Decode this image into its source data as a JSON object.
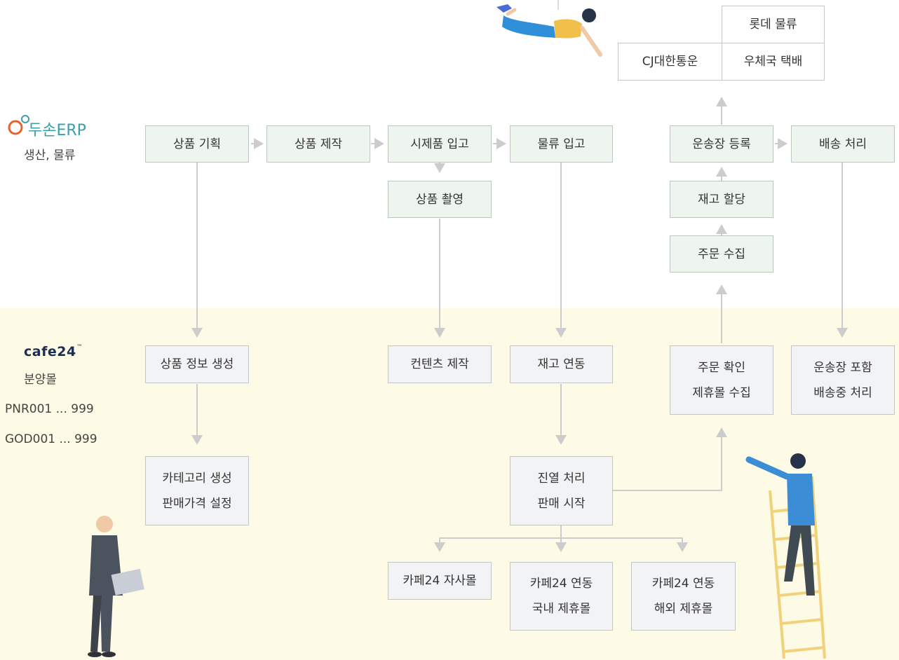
{
  "systems": {
    "erp": {
      "name": "두손ERP",
      "description": "생산, 물류"
    },
    "cafe24": {
      "name": "cafe24",
      "tm": "™",
      "description": "분양몰",
      "codes": [
        "PNR001 ... 999",
        "GOD001 ... 999"
      ]
    }
  },
  "carriers": [
    "롯데 물류",
    "CJ대한통운",
    "우체국 택배"
  ],
  "erp_steps": {
    "product_planning": "상품 기획",
    "product_making": "상품 제작",
    "sample_receipt": "시제품 입고",
    "logistics_receipt": "물류 입고",
    "product_shoot": "상품 촬영",
    "waybill_register": "운송장 등록",
    "delivery": "배송 처리",
    "stock_allocation": "재고 할당",
    "order_collect": "주문 수집"
  },
  "cafe24_steps": {
    "product_info": "상품 정보 생성",
    "category": [
      "카테고리 생성",
      "판매가격 설정"
    ],
    "content": "컨텐츠 제작",
    "stock_sync": "재고 연동",
    "display": [
      "진열 처리",
      "판매 시작"
    ],
    "order_check": [
      "주문 확인",
      "제휴몰 수집"
    ],
    "shipping": [
      "운송장 포함",
      "배송중 처리"
    ],
    "own_mall": "카페24 자사몰",
    "domestic": [
      "카페24 연동",
      "국내 제휴몰"
    ],
    "overseas": [
      "카페24 연동",
      "해외 제휴몰"
    ]
  },
  "colors": {
    "band": "#fdfae6",
    "erp_box": "#eef5ef",
    "cafe_box": "#f2f3f5",
    "arrow": "#cccccc",
    "erp_brand": "#3aa0a7",
    "cafe_brand": "#1c2d55"
  }
}
